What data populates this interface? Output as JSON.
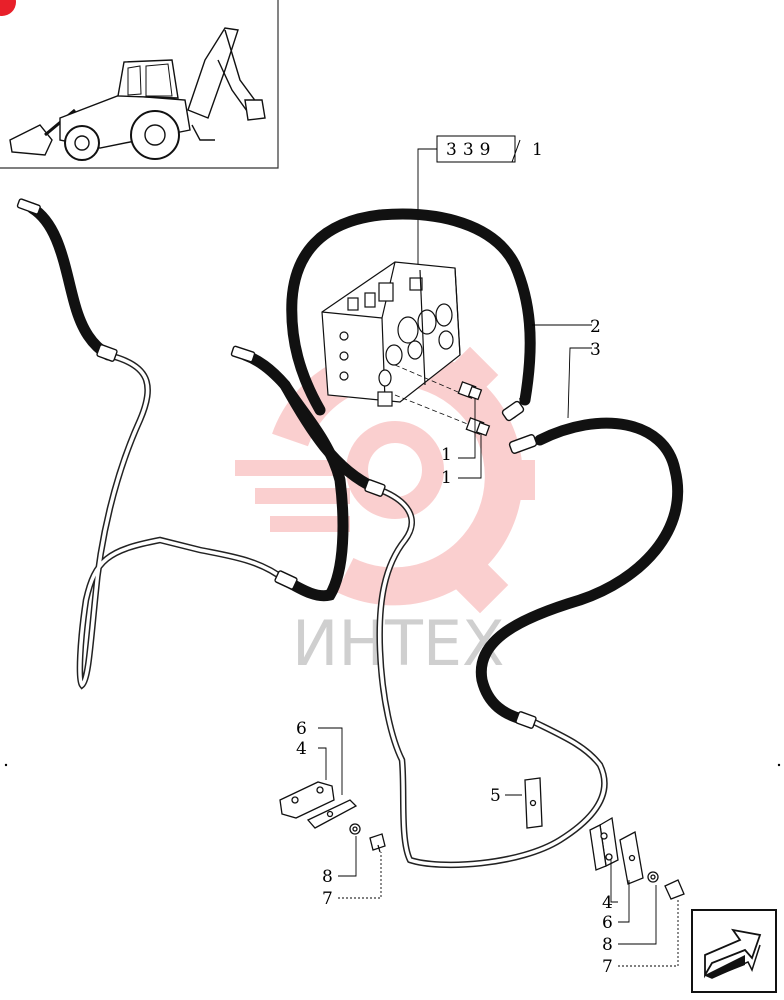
{
  "reference_box": {
    "page": "339",
    "sheet": "1"
  },
  "watermark": {
    "text": "ИНТЕХ",
    "color": "#f4a3a3"
  },
  "callouts": {
    "hose_2": "2",
    "hose_3": "3",
    "fitting_1a": "1",
    "fitting_1b": "1",
    "plate_5": "5",
    "left_6": "6",
    "left_4": "4",
    "left_8": "8",
    "left_7": "7",
    "right_4": "4",
    "right_6": "6",
    "right_8": "8",
    "right_7": "7"
  },
  "icons": [
    "backhoe-loader-thumbnail",
    "next-page-arrow-icon"
  ]
}
